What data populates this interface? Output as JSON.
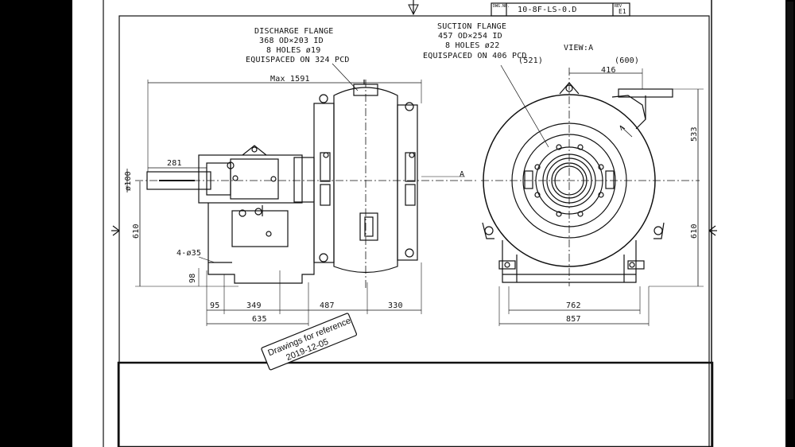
{
  "drawing": {
    "title_block": {
      "dwg_no_label": "DWG.NO.",
      "dwg_no": "10-8F-LS-0.D",
      "rev_label": "REV",
      "rev": "E1"
    },
    "discharge_flange": {
      "title": "DISCHARGE FLANGE",
      "line1": "368 OD×203 ID",
      "line2": "8 HOLES ø19",
      "line3": "EQUISPACED ON 324 PCD"
    },
    "suction_flange": {
      "title": "SUCTION FLANGE",
      "line1": "457 OD×254 ID",
      "line2": "8 HOLES ø22",
      "line3": "EQUISPACED ON 406 PCD"
    },
    "view_label": "VIEW:A",
    "section_mark": "A",
    "dims": {
      "max_length": "Max 1591",
      "shaft_len": "281",
      "shaft_dia": "ø100",
      "height_left": "610",
      "holes": "4-ø35",
      "base_h": "98",
      "d95": "95",
      "d349": "349",
      "d487": "487",
      "d330": "330",
      "d635": "635",
      "d521": "(521)",
      "d600": "(600)",
      "d416": "416",
      "d533": "533",
      "height_right": "610",
      "d762": "762",
      "d857": "857"
    },
    "stamp": {
      "line1": "Drawings for reference",
      "line2": "2019-12-05"
    }
  },
  "viewer": {
    "zoom_out": "−",
    "zoom_in": "+"
  }
}
